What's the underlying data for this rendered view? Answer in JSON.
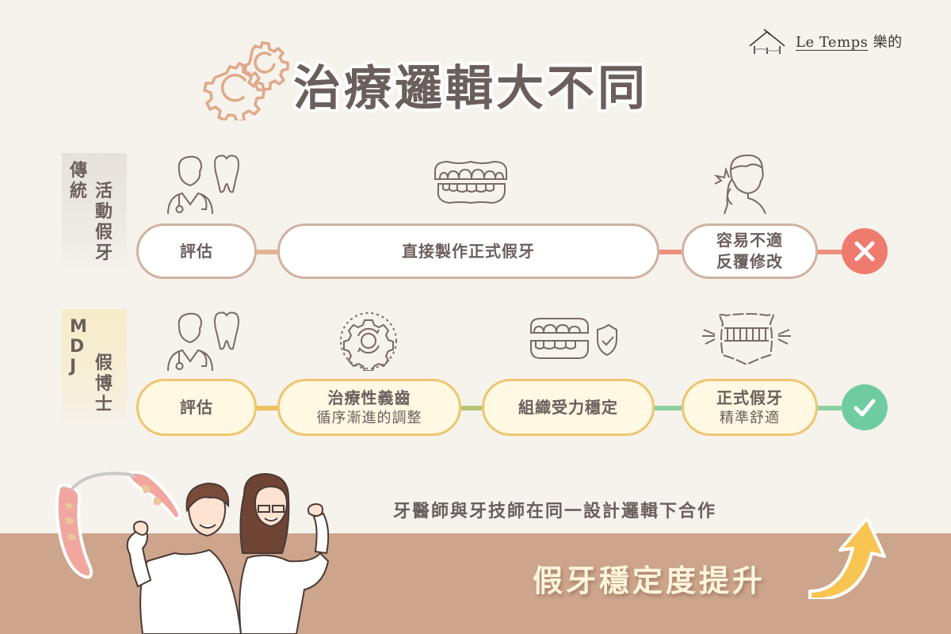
{
  "brand": {
    "name": "Le Temps",
    "name_cn": "樂的"
  },
  "title": "治療邏輯大不同",
  "rows": [
    {
      "label_col1": [
        "傳",
        "統"
      ],
      "label_col2": [
        "活",
        "動",
        "假",
        "牙"
      ],
      "steps": [
        {
          "main": "評估",
          "icon": "doctor-with-tooth-icon"
        },
        {
          "main": "直接製作正式假牙",
          "icon": "denture-icon"
        },
        {
          "main": "容易不適",
          "sub": "反覆修改",
          "icon": "toothache-person-icon"
        }
      ],
      "result_icon": "cross-icon",
      "result_color": "#ee7b6e"
    },
    {
      "label_col1": [
        "M",
        "D",
        "J"
      ],
      "label_col2": [
        "假",
        "博",
        "士"
      ],
      "steps": [
        {
          "main": "評估",
          "icon": "doctor-with-tooth-icon"
        },
        {
          "main": "治療性義齒",
          "sub": "循序漸進的調整",
          "icon": "gear-cycle-icon"
        },
        {
          "main": "組織受力穩定",
          "icon": "denture-shield-icon"
        },
        {
          "main": "正式假牙",
          "sub": "精準舒適",
          "icon": "denture-sparkle-icon"
        }
      ],
      "result_icon": "check-icon",
      "result_color": "#6fcca0"
    }
  ],
  "colors": {
    "background": "#f6f2ec",
    "bottom_band": "#cca58c",
    "text": "#6b5f5c",
    "row1_border": "#cfb2a1",
    "row2_border": "#eec66e",
    "row2_fill": "#fff8e3",
    "connector_peach": "#e4b392",
    "connector_salmon": "#ec8f7c",
    "connector_olive": "#b7c476",
    "connector_green": "#8ccfa0",
    "arrow": "#f8c452"
  },
  "footer": {
    "collaboration": "牙醫師與牙技師在同一設計邏輯下合作",
    "result": "假牙穩定度提升"
  }
}
